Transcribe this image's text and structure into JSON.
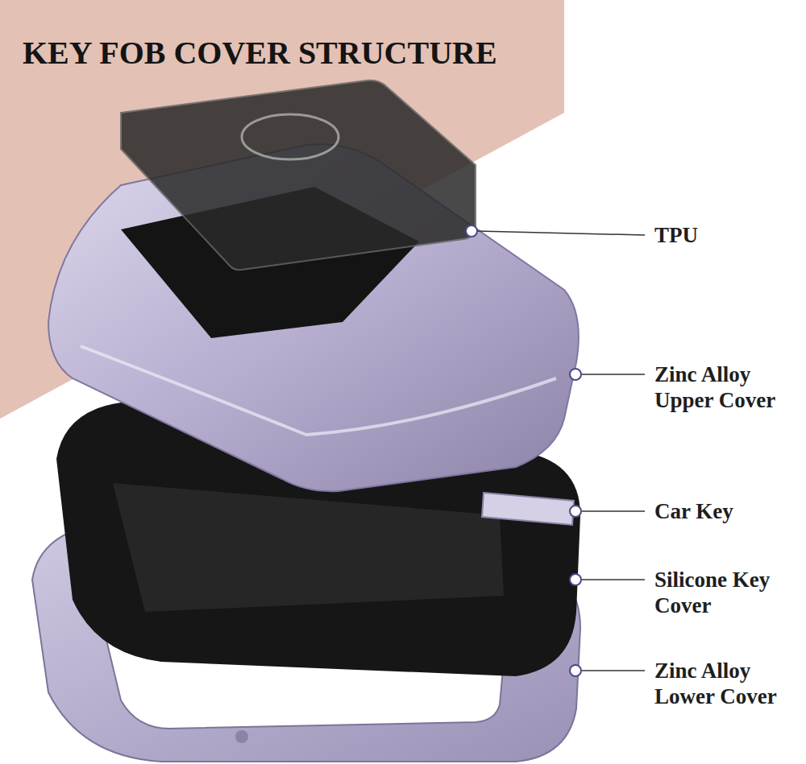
{
  "diagram": {
    "title": "KEY FOB COVER STRUCTURE",
    "labels": [
      "TPU",
      "Zinc Alloy Upper Cover",
      "Car Key",
      "Silicone Key Cover",
      "Zinc Alloy Lower Cover"
    ]
  }
}
